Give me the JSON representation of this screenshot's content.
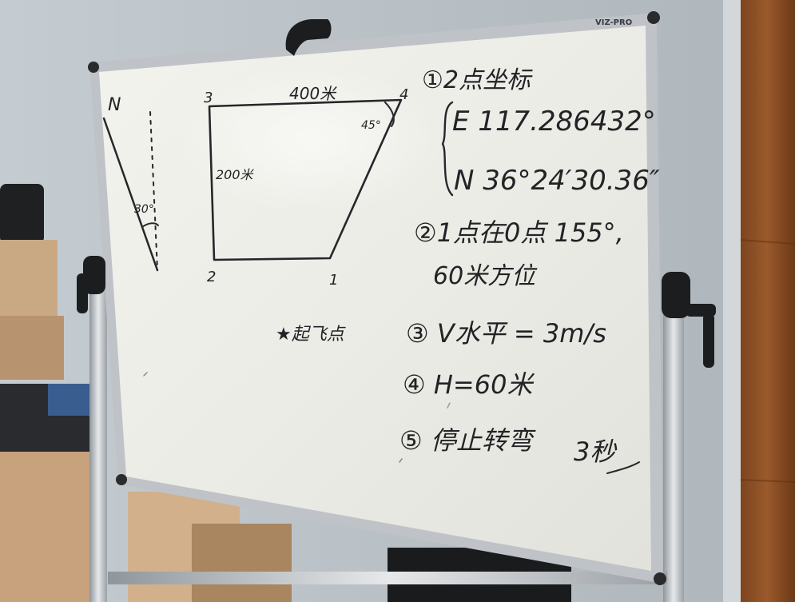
{
  "board_brand": "VIZ-PRO",
  "diagram": {
    "north_label": "N",
    "angle_north": "30°",
    "corner_labels": [
      "1",
      "2",
      "3",
      "4"
    ],
    "top_length": "400米",
    "side_length": "200米",
    "corner_angle": "45°"
  },
  "takeoff_label": "★起飞点",
  "notes": {
    "item1_title": "①2点坐标",
    "item1_east": "E 117.286432°",
    "item1_north": "N 36°24′30.36″",
    "item2_line1": "②1点在0点 155°,",
    "item2_line2": "60米方位",
    "item3": "③ V水平 = 3m/s",
    "item4": "④ H=60米",
    "item5_text": "⑤ 停止转弯",
    "item5_time": "3秒"
  },
  "colors": {
    "wall": "#b9c1c6",
    "board": "#efefe9",
    "frame": "#c8cbcf",
    "ink": "#222326",
    "wood": "#8a4e24"
  }
}
